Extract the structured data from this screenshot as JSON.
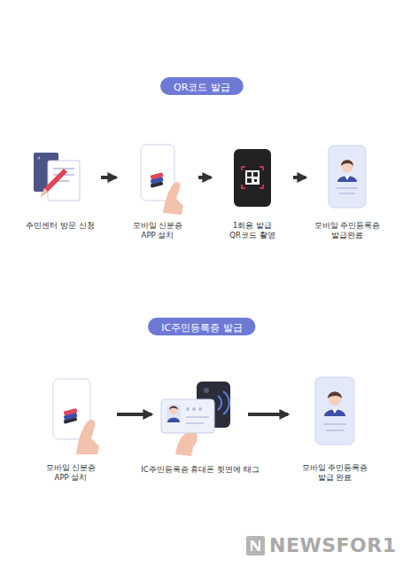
{
  "diagram": {
    "nodes": [
      {
        "text": [
          "QR코드 발급"
        ]
      },
      {
        "text": [
          "주민센터 방문 신청"
        ]
      },
      {
        "text": [
          "모바일 신분증 APP 설치"
        ]
      },
      {
        "text": [
          "1회용 발급 QR코드 촬영"
        ]
      },
      {
        "text": [
          "모바일 주민등록증 발급완료"
        ]
      },
      {
        "text": [
          "IC주민등록증 발급"
        ]
      },
      {
        "text": [
          "모바일 신분증 APP 설치"
        ]
      },
      {
        "text": [
          "IC주민등록증 휴대폰 뒷면에 태그"
        ]
      },
      {
        "text": [
          "모바일 주민등록증 발급 완료"
        ]
      }
    ],
    "edges": [
      {
        "from": 1,
        "to": 2,
        "arrow": "to"
      },
      {
        "from": 2,
        "to": 3,
        "arrow": "to"
      },
      {
        "from": 3,
        "to": 4,
        "arrow": "to"
      },
      {
        "from": 6,
        "to": 7,
        "arrow": "to"
      },
      {
        "from": 7,
        "to": 8,
        "arrow": "to"
      }
    ],
    "labels": [
      "NEWSFOR1"
    ]
  }
}
